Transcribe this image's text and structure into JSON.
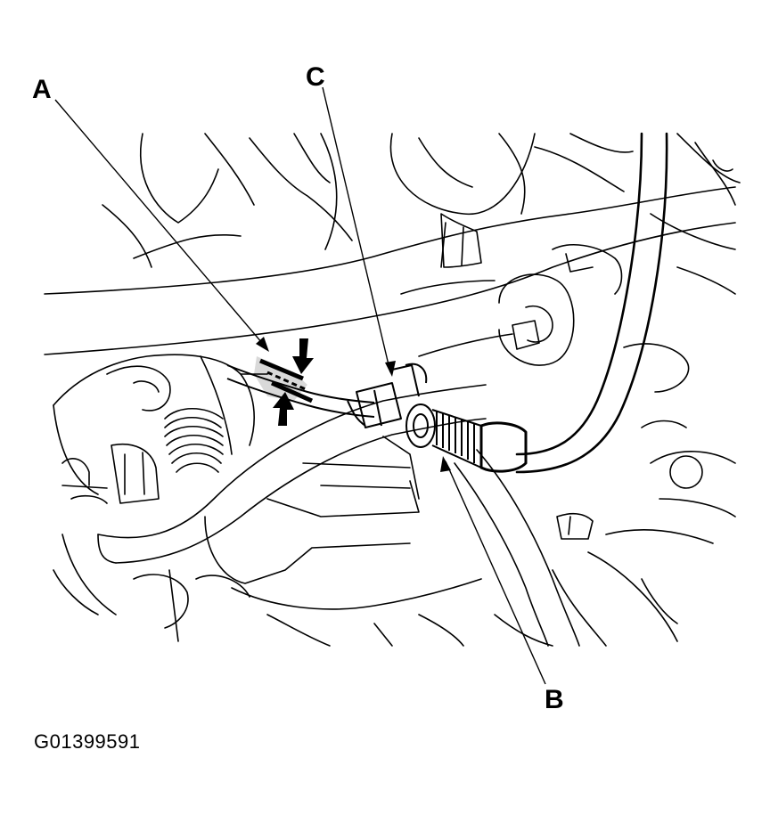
{
  "callouts": {
    "a": "A",
    "b": "B",
    "c": "C"
  },
  "figure_id": "G01399591",
  "colors": {
    "ink": "#000000",
    "paper": "#ffffff"
  }
}
